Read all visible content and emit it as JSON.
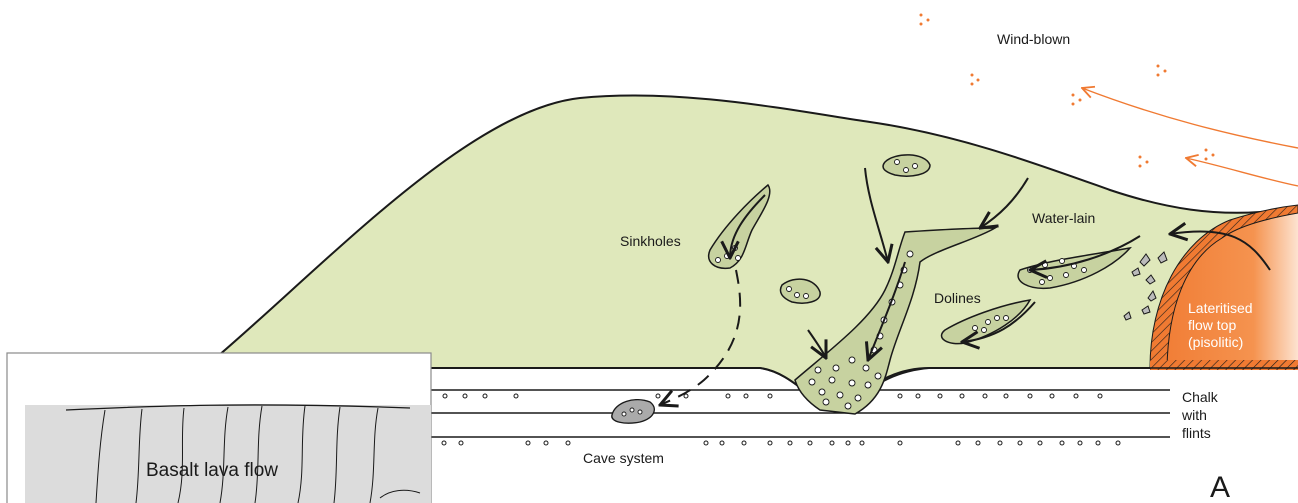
{
  "labels": {
    "wind_blown": "Wind-blown",
    "sinkholes": "Sinkholes",
    "water_lain": "Water-lain",
    "dolines": "Dolines",
    "lateritised_1": "Lateritised",
    "lateritised_2": "flow top",
    "lateritised_3": "(pisolitic)",
    "chalk_1": "Chalk",
    "chalk_2": "with",
    "chalk_3": "flints",
    "cave_system": "Cave system",
    "basalt": "Basalt lava flow",
    "panel_letter": "A"
  },
  "colors": {
    "hill_fill": "#dfe8bb",
    "pocket_fill": "#c7d2a0",
    "laterite_orange": "#f07a32",
    "wind_orange": "#f07a32",
    "basalt_fill": "#dcdcdc",
    "stroke": "#1a1a1a"
  }
}
